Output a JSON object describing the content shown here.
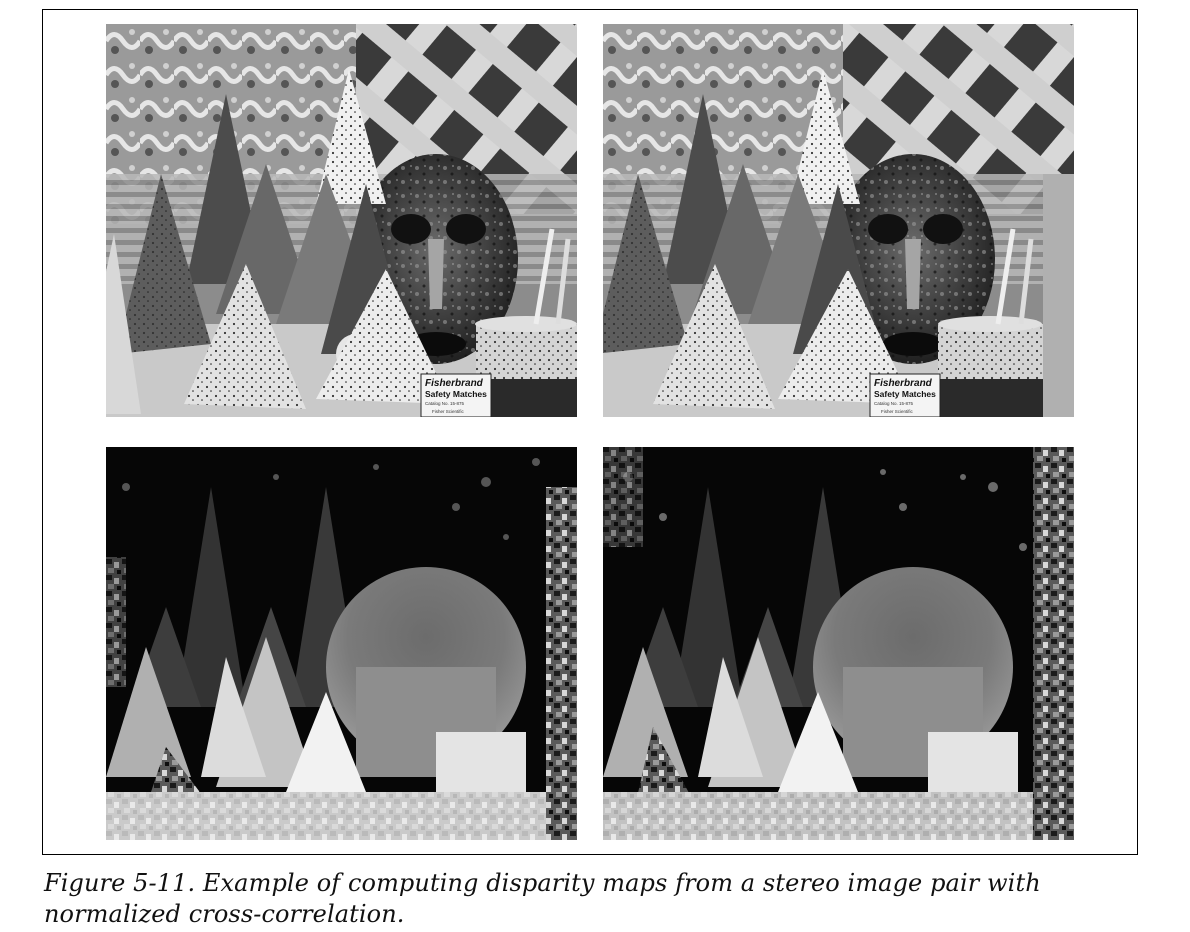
{
  "figure": {
    "caption": "Figure 5-11.  Example of computing disparity maps from a stereo image pair with normalized cross-correlation.",
    "panels": [
      {
        "name": "left-stereo-image",
        "kind": "photo"
      },
      {
        "name": "right-stereo-image",
        "kind": "photo"
      },
      {
        "name": "left-disparity-map",
        "kind": "disparity"
      },
      {
        "name": "right-disparity-map",
        "kind": "disparity"
      }
    ],
    "matchbox": {
      "brand": "Fisherbrand",
      "product": "Safety Matches",
      "catalog": "Catalog No. 15-875",
      "maker": "Fisher Scientific"
    }
  }
}
